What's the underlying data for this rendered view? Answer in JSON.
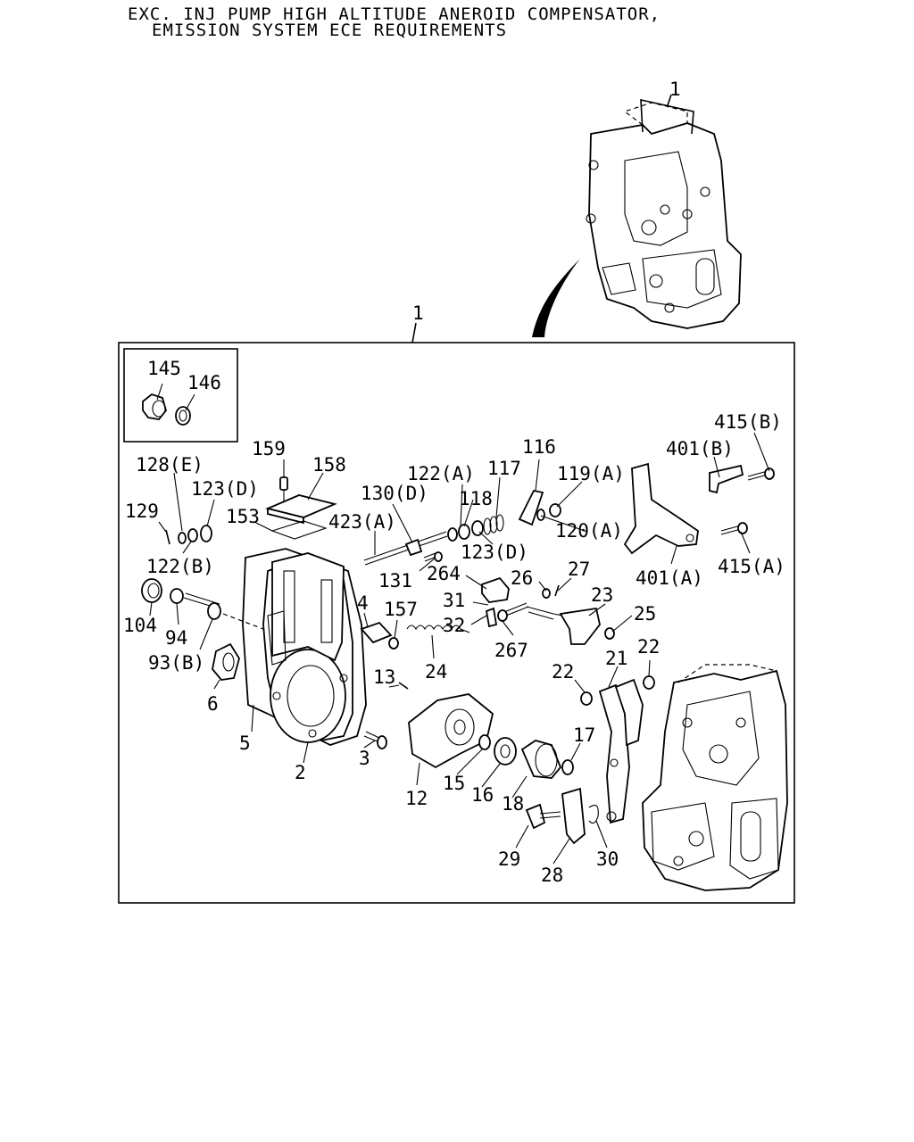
{
  "header": {
    "line1": "EXC. INJ PUMP HIGH ALTITUDE ANEROID COMPENSATOR,",
    "line2": "EMISSION SYSTEM ECE REQUIREMENTS"
  },
  "callouts": [
    "1",
    "1",
    "145",
    "146",
    "159",
    "158",
    "128(E)",
    "123(D)",
    "129",
    "153",
    "122(B)",
    "130(D)",
    "423(A)",
    "122(A)",
    "117",
    "118",
    "116",
    "119(A)",
    "123(D)",
    "120(A)",
    "415(B)",
    "401(B)",
    "415(A)",
    "401(A)",
    "131",
    "264",
    "26",
    "27",
    "31",
    "23",
    "32",
    "267",
    "25",
    "104",
    "94",
    "93(B)",
    "6",
    "4",
    "157",
    "24",
    "13",
    "22",
    "21",
    "22",
    "5",
    "3",
    "2",
    "12",
    "15",
    "16",
    "18",
    "17",
    "29",
    "28",
    "30"
  ]
}
